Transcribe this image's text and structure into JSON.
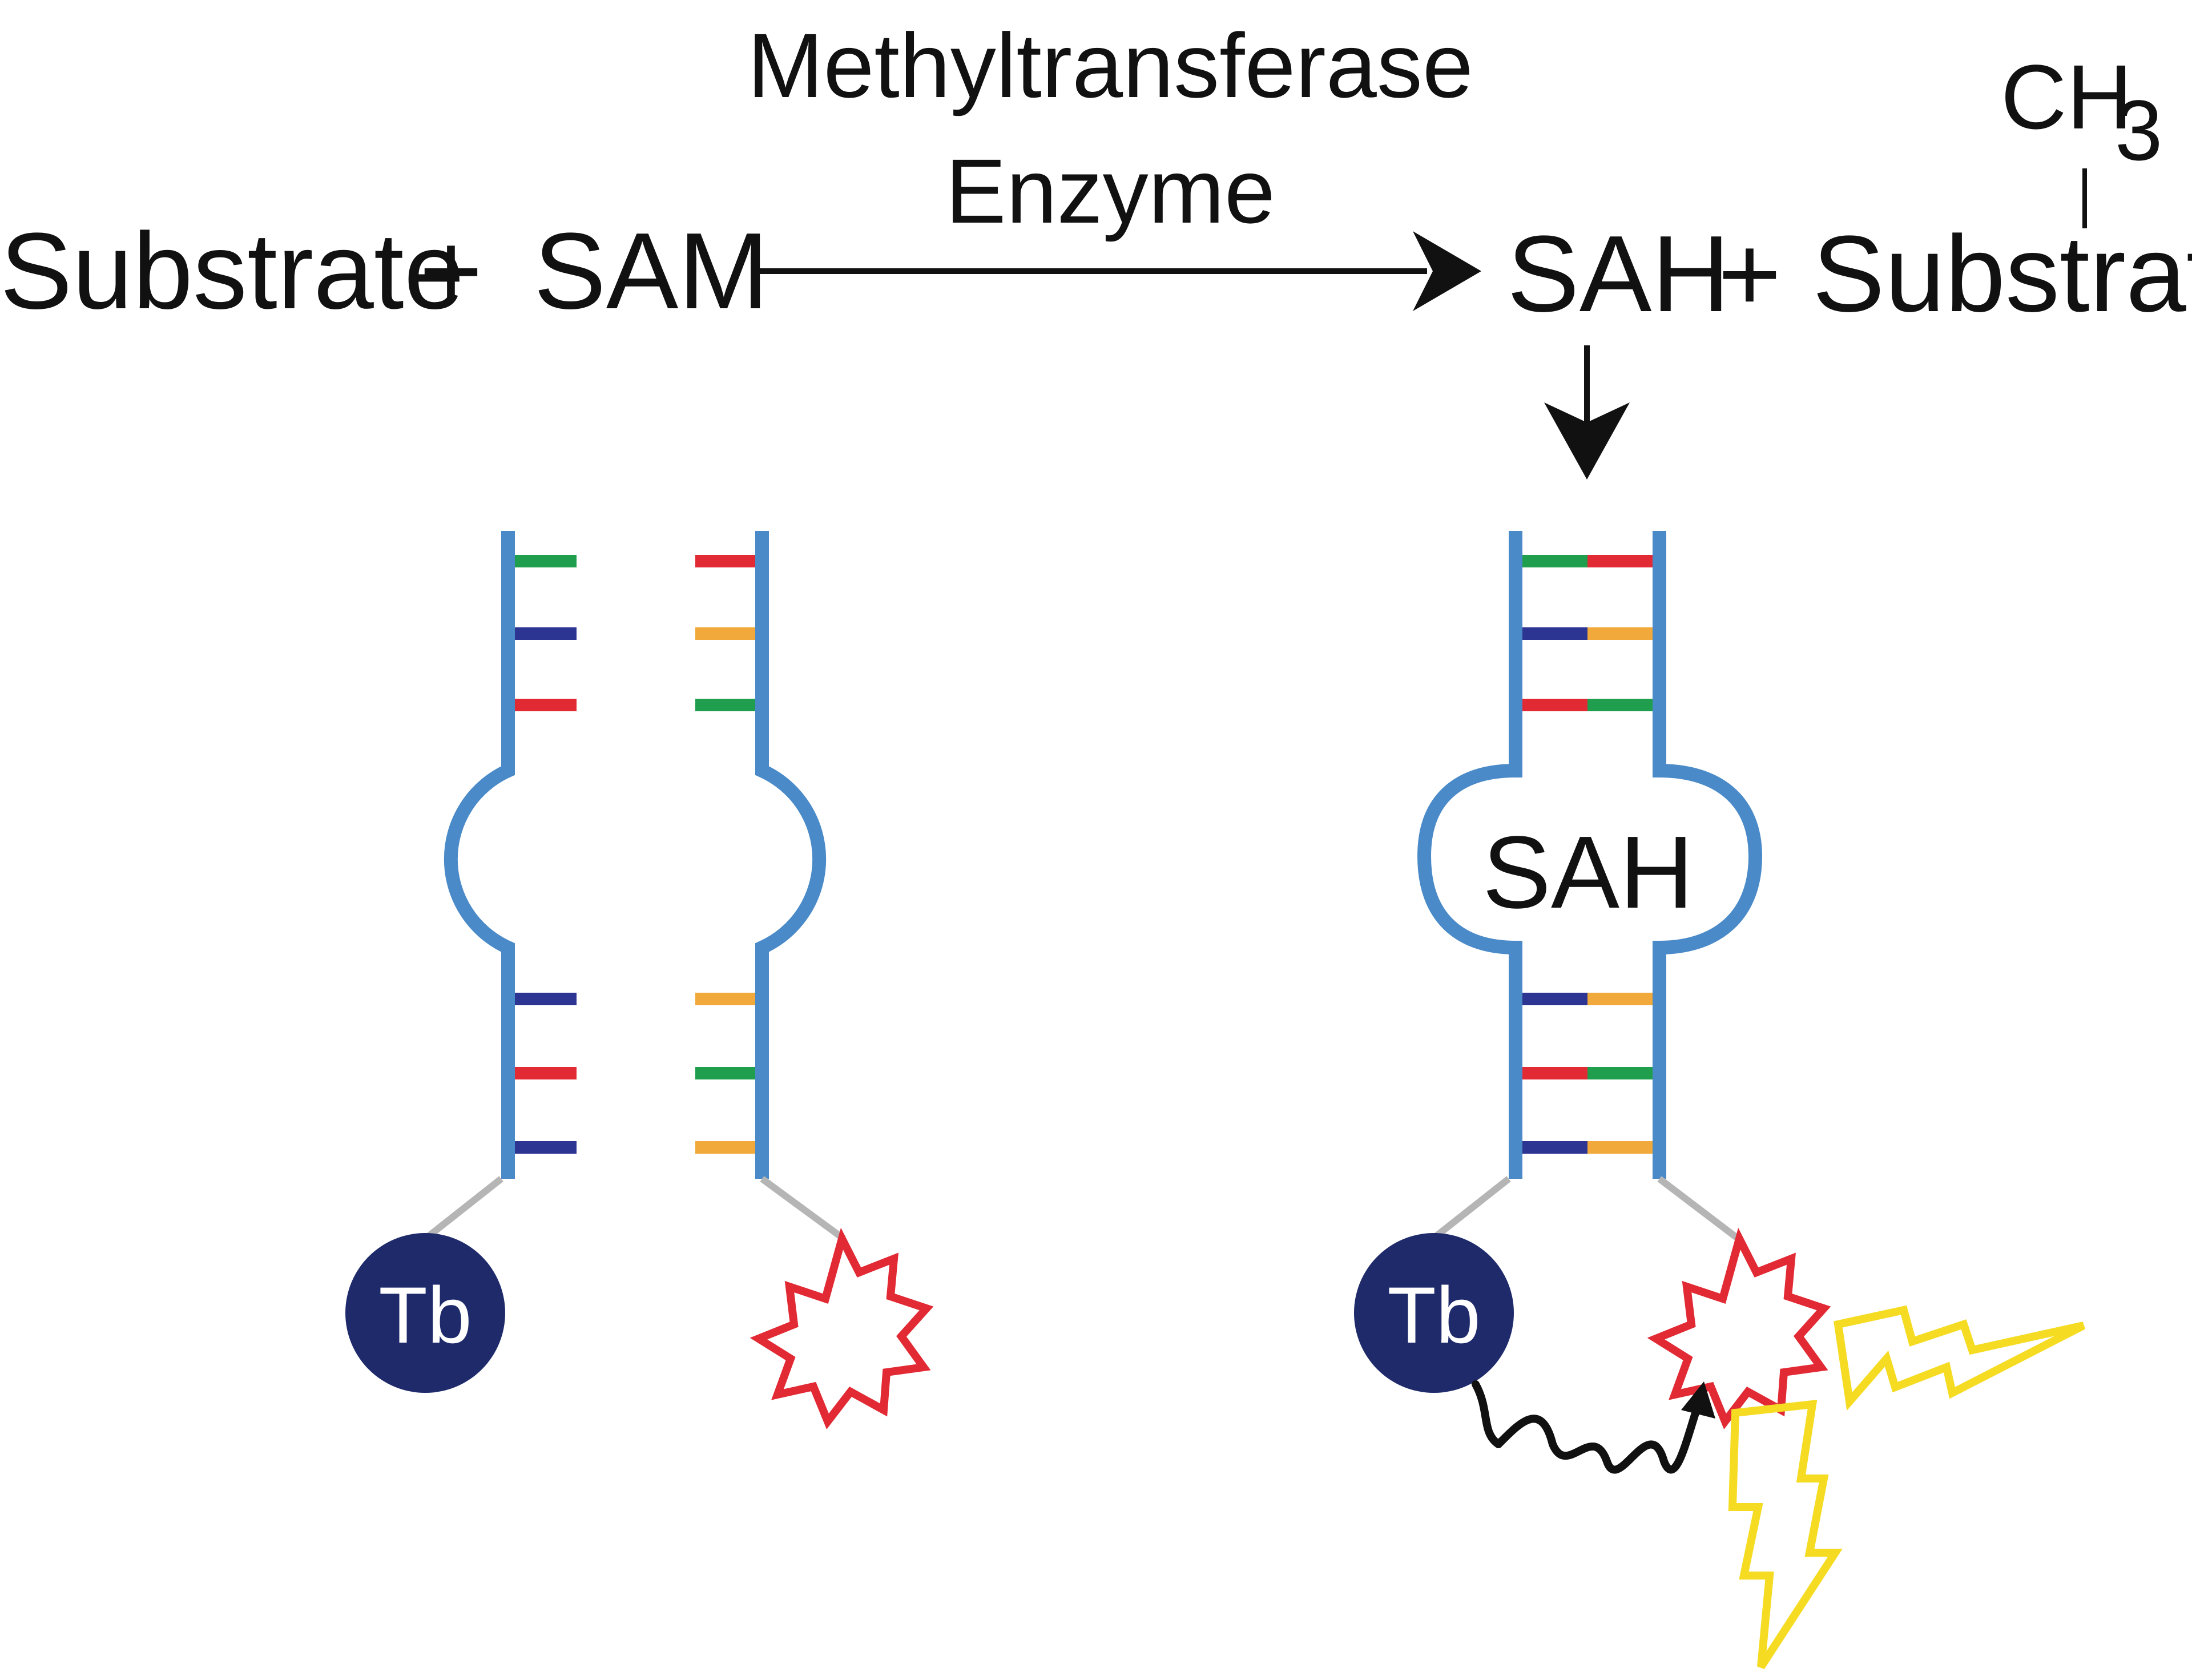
{
  "equation": {
    "reactant_1": "Substrate",
    "plus_1": "+",
    "reactant_2": "SAM",
    "enzyme_line_1": "Methyltransferase",
    "enzyme_line_2": "Enzyme",
    "product_1": "SAH",
    "plus_2": "+",
    "product_2": "Substrate",
    "methyl_group": "CH",
    "methyl_subscript": "3"
  },
  "aptamer_bound": {
    "ligand_label": "SAH"
  },
  "donor_label": "Tb",
  "colors": {
    "backbone": "#4a8ac8",
    "base_green": "#1f9e4e",
    "base_navy": "#2d3592",
    "base_red": "#e22a35",
    "base_orange": "#f2a93b",
    "terbium": "#1e2a6a",
    "acceptor": "#e22a35",
    "linker": "#b5b5b5",
    "light_flash": "#f5dc23",
    "text": "#111111"
  },
  "icons": [
    "terbium-donor-icon",
    "acceptor-starburst-icon",
    "light-emission-icon",
    "energy-transfer-icon"
  ]
}
